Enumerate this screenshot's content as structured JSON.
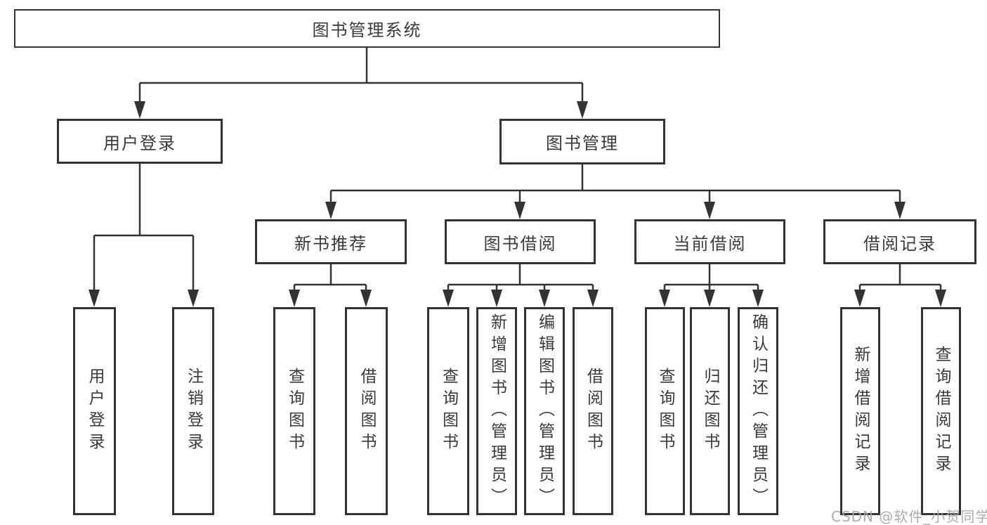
{
  "colors": {
    "line": "#333333",
    "text": "#3a3a3a",
    "box_fill": "#ffffff",
    "watermark": "#a6a6a6",
    "background": "#ffffff"
  },
  "watermark": {
    "text": "CSDN @软件_小贺同学"
  },
  "diagram": {
    "type": "hierarchy",
    "root": {
      "label": "图书管理系统"
    },
    "branches": [
      {
        "label": "用户登录",
        "children": [
          {
            "label": "用户登录"
          },
          {
            "label": "注销登录"
          }
        ]
      },
      {
        "label": "图书管理",
        "children": [
          {
            "label": "新书推荐",
            "children": [
              {
                "label": "查询图书"
              },
              {
                "label": "借阅图书"
              }
            ]
          },
          {
            "label": "图书借阅",
            "children": [
              {
                "label": "查询图书"
              },
              {
                "label": "新增图书（管理员）"
              },
              {
                "label": "编辑图书（管理员）"
              },
              {
                "label": "借阅图书"
              }
            ]
          },
          {
            "label": "当前借阅",
            "children": [
              {
                "label": "查询图书"
              },
              {
                "label": "归还图书"
              },
              {
                "label": "确认归还（管理员）"
              }
            ]
          },
          {
            "label": "借阅记录",
            "children": [
              {
                "label": "新增借阅记录"
              },
              {
                "label": "查询借阅记录"
              }
            ]
          }
        ]
      }
    ]
  }
}
